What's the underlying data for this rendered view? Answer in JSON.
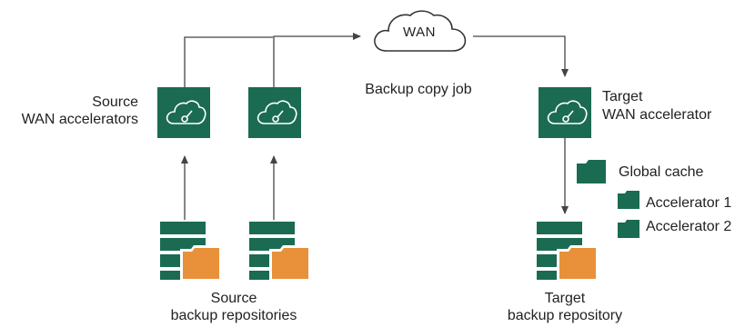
{
  "colors": {
    "accelerator_fill": "#1a6b52",
    "folder_fill": "#1a6b52",
    "repo_fill": "#1a6b52",
    "repo_folder_fill": "#e8913a",
    "wire": "#444444"
  },
  "wan": {
    "label": "WAN"
  },
  "job": {
    "label": "Backup copy job"
  },
  "source_accelerators": {
    "line1": "Source",
    "line2": "WAN accelerators"
  },
  "target_accelerator": {
    "line1": "Target",
    "line2": "WAN accelerator"
  },
  "cache": {
    "global": "Global cache",
    "items": [
      "Accelerator 1",
      "Accelerator 2"
    ]
  },
  "source_repositories": {
    "line1": "Source",
    "line2": "backup repositories"
  },
  "target_repository": {
    "line1": "Target",
    "line2": "backup repository"
  },
  "icons": {
    "accelerator": "wan-accelerator-icon",
    "cloud": "cloud-icon",
    "repository": "backup-repository-icon",
    "folder": "folder-icon"
  }
}
